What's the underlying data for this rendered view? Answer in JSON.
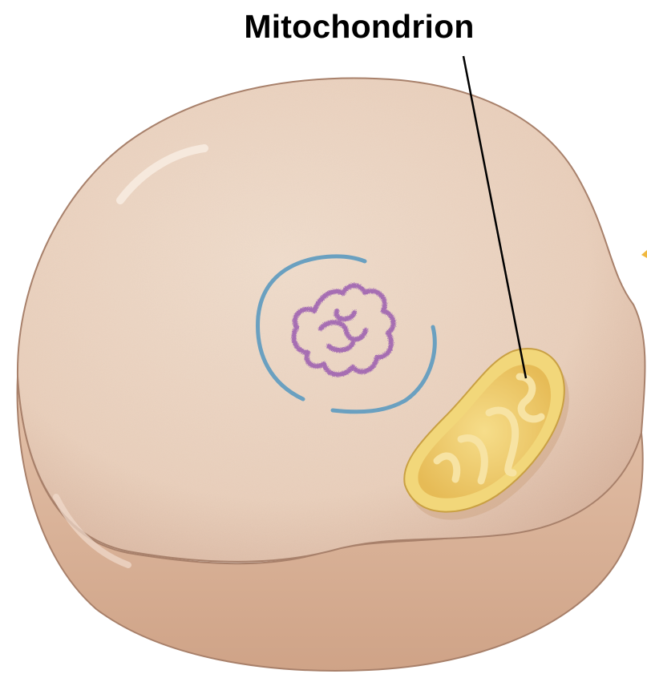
{
  "labels": {
    "mitochondrion": "Mitochondrion"
  },
  "colors": {
    "background": "#ffffff",
    "cell_top": "#e8cdb8",
    "cell_side": "#dcb39b",
    "cell_outline": "#a8806a",
    "nuclear_envelope": "#6aa0c0",
    "chromatin": "#9a5cb0",
    "mitochondrion_outer": "#f2d77a",
    "mitochondrion_inner": "#e7b955",
    "leader_line": "#000000"
  },
  "icons": {
    "cell": "cell-body-illustration",
    "nucleus": "nuclear-envelope-fragments",
    "chromatin": "condensed-chromatin",
    "organelle": "mitochondrion-illustration"
  }
}
